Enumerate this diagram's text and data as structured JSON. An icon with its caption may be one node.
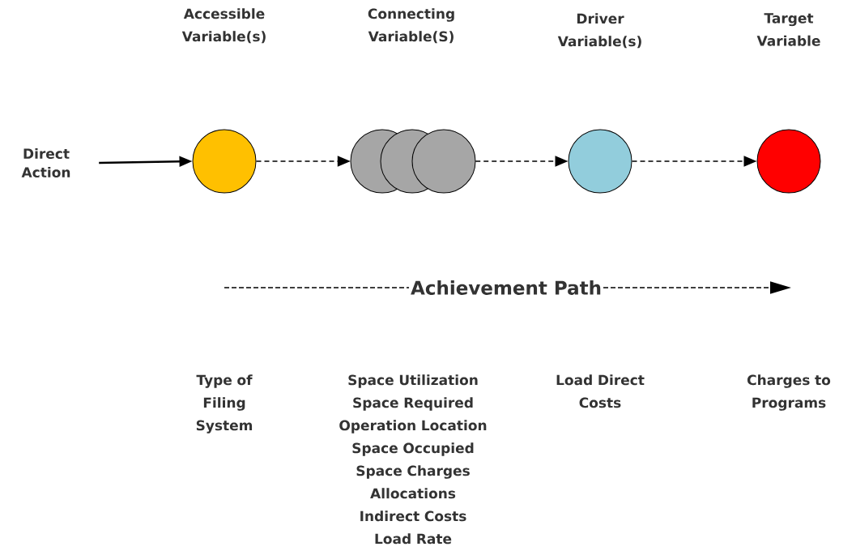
{
  "diagram": {
    "nodes": [
      {
        "text": [
          "Direct Action"
        ]
      },
      {
        "text": [],
        "shape": "circle"
      },
      {
        "text": [],
        "shape": "circles"
      },
      {
        "text": [],
        "shape": "circle"
      },
      {
        "text": [],
        "shape": "circle"
      }
    ],
    "edges": [
      {
        "from": 0,
        "to": 1,
        "arrow": "to"
      },
      {
        "from": 1,
        "to": 2,
        "arrow": "to",
        "style": "dashed"
      },
      {
        "from": 2,
        "to": 3,
        "arrow": "to",
        "style": "dashed"
      },
      {
        "from": 3,
        "to": 4,
        "arrow": "to",
        "style": "dashed"
      }
    ],
    "labels": [
      "Accessible Variable(s)",
      "Connecting Variable(S)",
      "Driver Variable(s)",
      "Target Variable",
      "Achievement Path",
      "Type of Filing System",
      "Space Utilization",
      "Space Required",
      "Operation Location",
      "Space Occupied",
      "Space Charges",
      "Allocations",
      "Indirect Costs",
      "Load Rate",
      "Load Direct Costs",
      "Charges to Programs"
    ]
  }
}
